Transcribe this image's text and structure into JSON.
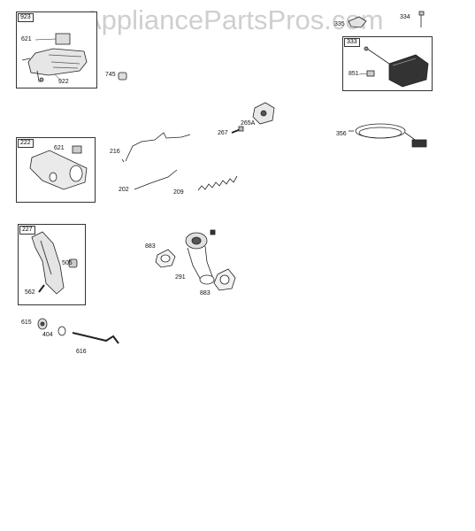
{
  "watermark": "AppliancePartsPros.com",
  "boxes": [
    {
      "id": "923"
    },
    {
      "id": "333"
    },
    {
      "id": "222"
    },
    {
      "id": "227"
    }
  ],
  "labels": {
    "p621a": "621",
    "p922": "922",
    "p745": "745",
    "p335": "335",
    "p334": "334",
    "p851": "851",
    "p265a": "265A",
    "p267": "267",
    "p356": "356",
    "p621b": "621",
    "p216": "216",
    "p202": "202",
    "p209": "209",
    "p883a": "883",
    "p291": "291",
    "p883b": "883",
    "p505": "505",
    "p562": "562",
    "p615": "615",
    "p404": "404",
    "p616": "616"
  }
}
